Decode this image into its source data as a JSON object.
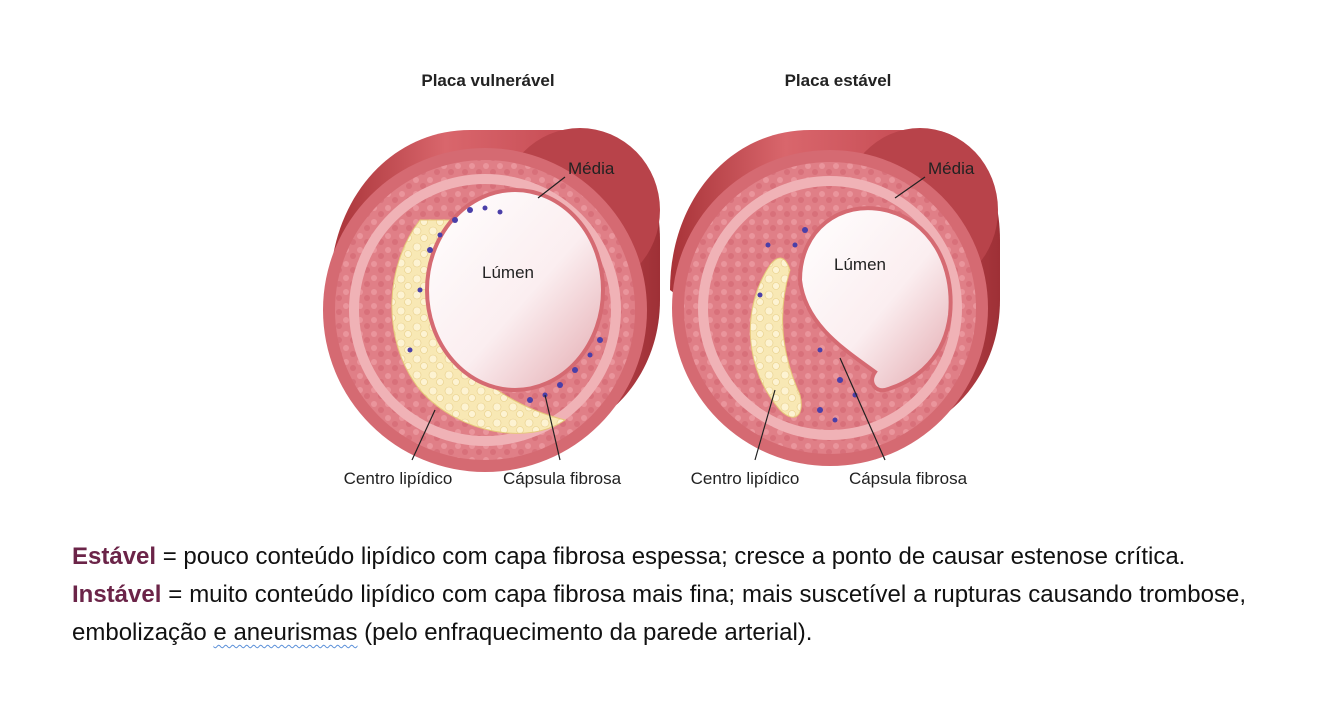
{
  "figure": {
    "left": {
      "title": "Placa vulnerável",
      "media": "Média",
      "lumen": "Lúmen",
      "core": "Centro lipídico",
      "cap": "Cápsula fibrosa"
    },
    "right": {
      "title": "Placa estável",
      "media": "Média",
      "lumen": "Lúmen",
      "core": "Centro lipídico",
      "cap": "Cápsula fibrosa"
    }
  },
  "text": {
    "p1_term": "Estável",
    "p1_rest": " = pouco conteúdo lipídico com capa fibrosa espessa; cresce a ponto de causar estenose crítica.",
    "p2_term": "Instável",
    "p2_rest_a": " = muito conteúdo lipídico com capa fibrosa mais fina; mais suscetível a rupturas causando trombose, embolização ",
    "p2_squiggle": "e aneurismas",
    "p2_rest_b": " (pelo enfraquecimento da parede arterial)."
  },
  "colors": {
    "term": "#6b2448",
    "vessel": "#c64a52",
    "wall": "#e89aa0",
    "lipid": "#f8e8b4",
    "cells": "#4a3fa8"
  }
}
